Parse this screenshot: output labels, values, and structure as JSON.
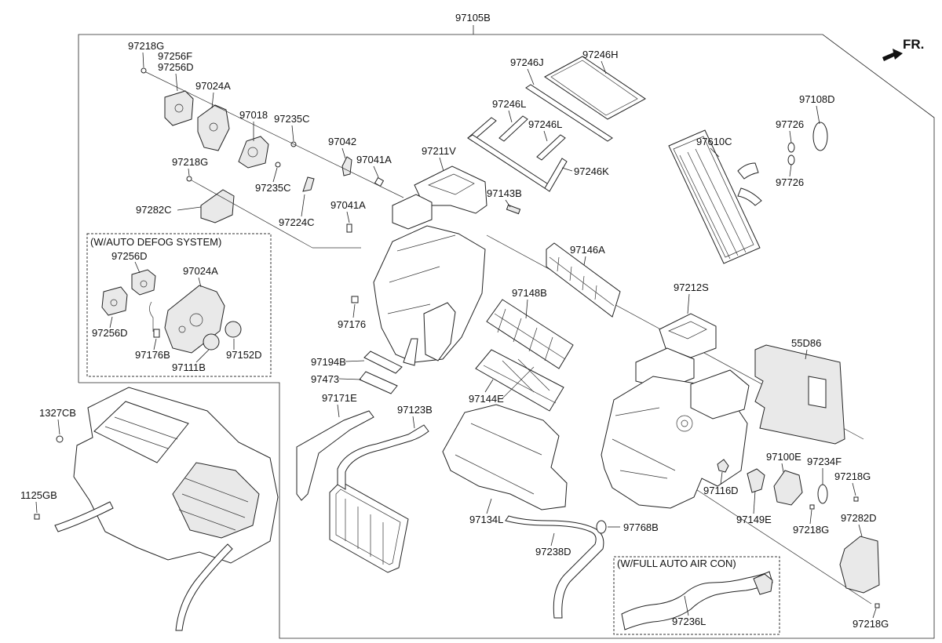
{
  "assembly_number": "97105B",
  "direction_label": "FR.",
  "inset_boxes": {
    "auto_defog": "(W/AUTO DEFOG SYSTEM)",
    "full_auto_aircon": "(W/FULL AUTO AIR CON)"
  },
  "labels": {
    "97218G_top": "97218G",
    "97256F": "97256F",
    "97256D_top": "97256D",
    "97024A_top": "97024A",
    "97018": "97018",
    "97235C_a": "97235C",
    "97042": "97042",
    "97041A_a": "97041A",
    "97218G_mid": "97218G",
    "97235C_b": "97235C",
    "97224C": "97224C",
    "97041A_b": "97041A",
    "97282C": "97282C",
    "97246J": "97246J",
    "97246H": "97246H",
    "97246L_a": "97246L",
    "97246L_b": "97246L",
    "97246K": "97246K",
    "97211V": "97211V",
    "97143B": "97143B",
    "97108D": "97108D",
    "97610C": "97610C",
    "97726_a": "97726",
    "97726_b": "97726",
    "97146A": "97146A",
    "97148B": "97148B",
    "97212S": "97212S",
    "97176": "97176",
    "55D86": "55D86",
    "97194B": "97194B",
    "97473": "97473",
    "97144E": "97144E",
    "97171E": "97171E",
    "97123B": "97123B",
    "97100E": "97100E",
    "97234F": "97234F",
    "97218G_r1": "97218G",
    "97116D": "97116D",
    "97149E": "97149E",
    "97218G_r2": "97218G",
    "97282D": "97282D",
    "97134L": "97134L",
    "97768B": "97768B",
    "97238D": "97238D",
    "97236L": "97236L",
    "97218G_bot": "97218G",
    "1327CB": "1327CB",
    "1125GB": "1125GB",
    "defog_97256D_a": "97256D",
    "defog_97024A": "97024A",
    "defog_97256D_b": "97256D",
    "defog_97176B": "97176B",
    "defog_97111B": "97111B",
    "defog_97152D": "97152D"
  }
}
